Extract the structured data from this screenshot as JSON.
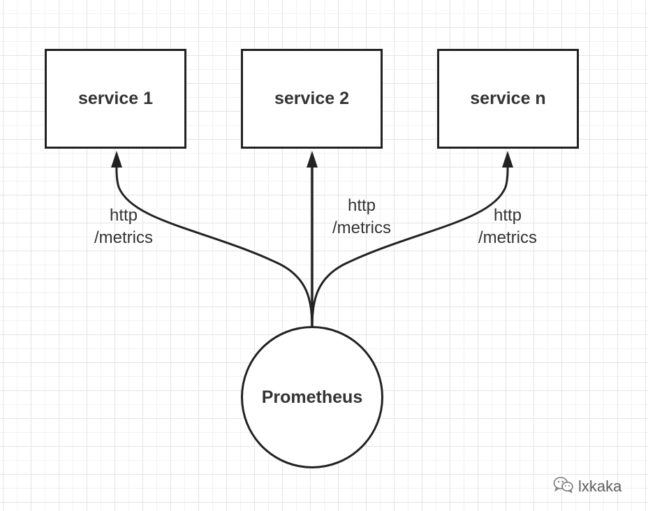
{
  "diagram": {
    "nodes": {
      "service_1": "service 1",
      "service_2": "service 2",
      "service_n": "service n",
      "prometheus": "Prometheus"
    },
    "edges": [
      {
        "from": "Prometheus",
        "to": "service 1",
        "label_line1": "http",
        "label_line2": "/metrics"
      },
      {
        "from": "Prometheus",
        "to": "service 2",
        "label_line1": "http",
        "label_line2": "/metrics"
      },
      {
        "from": "Prometheus",
        "to": "service n",
        "label_line1": "http",
        "label_line2": "/metrics"
      }
    ]
  },
  "watermark": {
    "icon": "wechat-icon",
    "text": "lxkaka"
  },
  "colors": {
    "stroke": "#222222",
    "text": "#333333",
    "grid": "#e4e4e4"
  }
}
